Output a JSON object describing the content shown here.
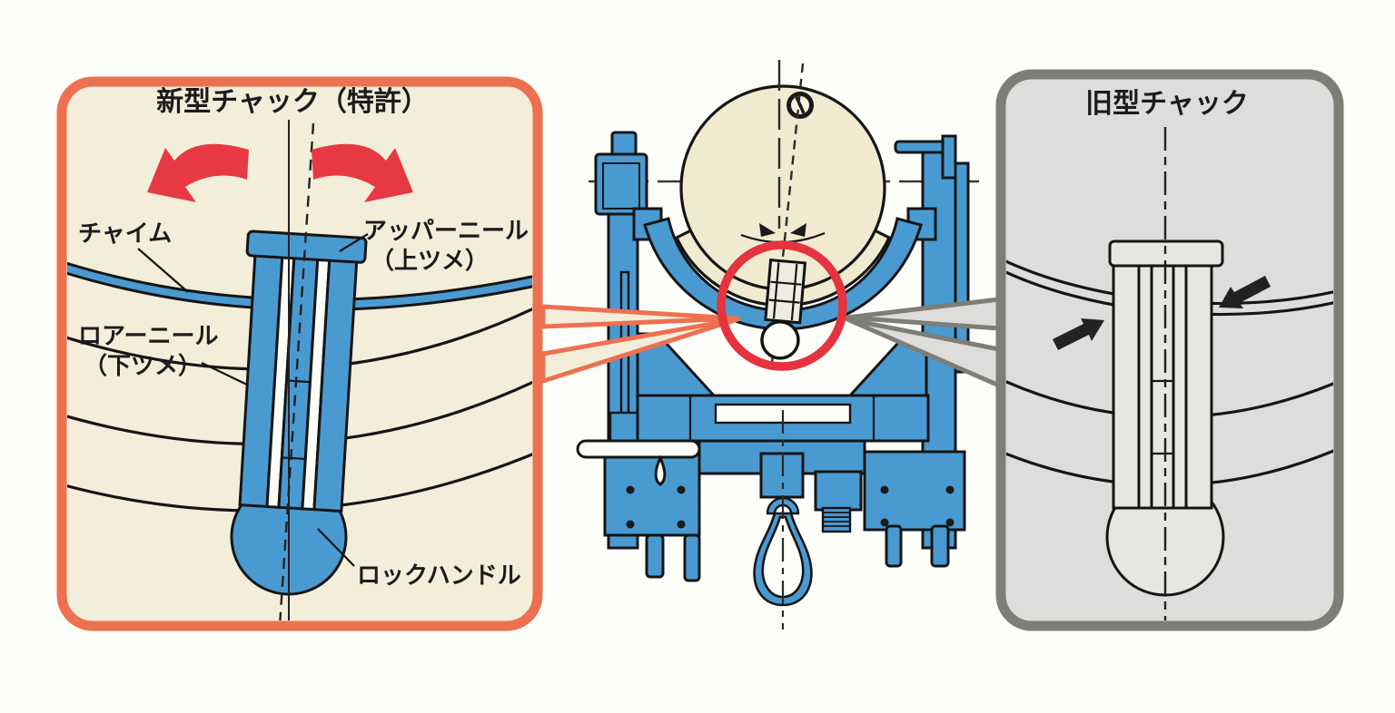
{
  "diagram": {
    "left_panel": {
      "title": "新型チャック（特許）",
      "label_chime": "チャイム",
      "label_upper_claw_line1": "アッパーニール",
      "label_upper_claw_line2": "（上ツメ）",
      "label_lower_claw_line1": "ロアーニール",
      "label_lower_claw_line2": "（下ツメ）",
      "label_lock_handle": "ロックハンドル",
      "border_color": "#ed7150",
      "background_color": "#f3eed9",
      "arrow_color": "#e73944"
    },
    "right_panel": {
      "title": "旧型チャック",
      "border_color": "#7e7e76",
      "background_color": "#dedddb",
      "arrow_color": "#222222"
    },
    "machine": {
      "body_color": "#4a9ad2",
      "bell_color": "#f0ead0",
      "highlight_color": "#e5333f"
    }
  }
}
